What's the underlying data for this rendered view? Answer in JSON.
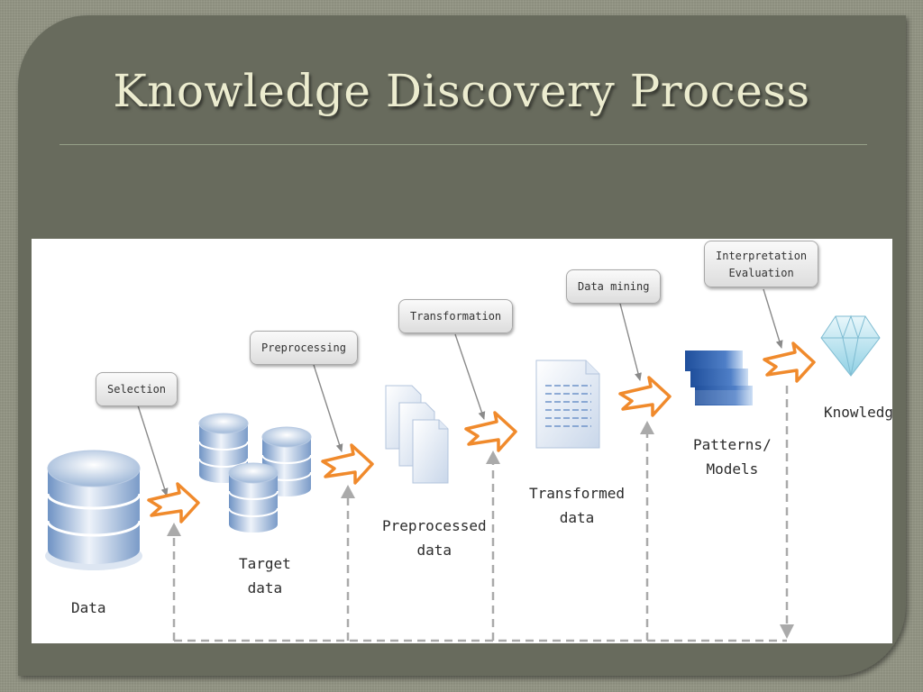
{
  "slide": {
    "title": "Knowledge Discovery Process"
  },
  "diagram": {
    "steps": {
      "selection": "Selection",
      "preprocessing": "Preprocessing",
      "transformation": "Transformation",
      "data_mining": "Data mining",
      "interpretation_line1": "Interpretation",
      "interpretation_line2": "Evaluation"
    },
    "stages": {
      "data": "Data",
      "target_line1": "Target",
      "target_line2": "data",
      "preprocessed_line1": "Preprocessed",
      "preprocessed_line2": "data",
      "transformed_line1": "Transformed",
      "transformed_line2": "data",
      "patterns_line1": "Patterns/",
      "patterns_line2": "Models",
      "knowledge": "Knowledge"
    },
    "icons": [
      "database-icon",
      "database-stack-icon",
      "documents-icon",
      "table-document-icon",
      "patterns-stack-icon",
      "diamond-icon",
      "flow-arrow-icon"
    ],
    "colors": {
      "flow_arrow": "#f08a2c",
      "feedback_line": "#aaaaaa",
      "database": "#7fa3d0"
    }
  }
}
